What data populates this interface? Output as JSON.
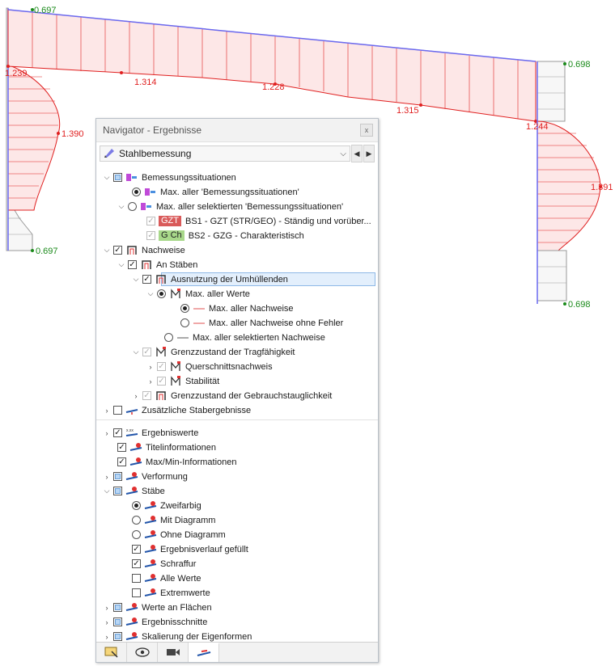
{
  "diagram": {
    "labels": [
      {
        "id": "top-left",
        "text": "0.697",
        "kind": "green"
      },
      {
        "id": "left-beam-start",
        "text": "1.239",
        "kind": "red"
      },
      {
        "id": "beam-1",
        "text": "1.314",
        "kind": "red"
      },
      {
        "id": "beam-2",
        "text": "1.228",
        "kind": "red"
      },
      {
        "id": "beam-3",
        "text": "1.315",
        "kind": "red"
      },
      {
        "id": "beam-end",
        "text": "1.244",
        "kind": "red"
      },
      {
        "id": "left-column-max",
        "text": "1.390",
        "kind": "red"
      },
      {
        "id": "left-column-bottom",
        "text": "0.697",
        "kind": "green"
      },
      {
        "id": "right-column-top",
        "text": "0.698",
        "kind": "green"
      },
      {
        "id": "right-column-max",
        "text": "1.391",
        "kind": "red"
      },
      {
        "id": "right-column-bottom",
        "text": "0.698",
        "kind": "green"
      }
    ],
    "colors": {
      "red": "#e02020",
      "green": "#1a8a1a",
      "member": "#6a6af0",
      "fill": "#fbe6e6"
    }
  },
  "navigator": {
    "title": "Navigator - Ergebnisse",
    "close_glyph": "x",
    "module": "Stahlbemessung",
    "rows": [
      {
        "label": "Bemessungssituationen"
      },
      {
        "label": "Max. aller 'Bemessungssituationen'"
      },
      {
        "label": "Max. aller selektierten 'Bemessungssituationen'"
      },
      {
        "tag": "GZT",
        "label": "BS1 - GZT (STR/GEO) - Ständig und vorüber..."
      },
      {
        "tag": "G Ch",
        "label": "BS2 - GZG - Charakteristisch"
      },
      {
        "label": "Nachweise"
      },
      {
        "label": "An Stäben"
      },
      {
        "label": "Ausnutzung der Umhüllenden"
      },
      {
        "label": "Max. aller Werte"
      },
      {
        "label": "Max. aller Nachweise"
      },
      {
        "label": "Max. aller Nachweise ohne Fehler"
      },
      {
        "label": "Max. aller selektierten Nachweise"
      },
      {
        "label": "Grenzzustand der Tragfähigkeit"
      },
      {
        "label": "Querschnittsnachweis"
      },
      {
        "label": "Stabilität"
      },
      {
        "label": "Grenzzustand der Gebrauchstauglichkeit"
      },
      {
        "label": "Zusätzliche Stabergebnisse"
      },
      {
        "label": "Ergebniswerte"
      },
      {
        "label": "Titelinformationen"
      },
      {
        "label": "Max/Min-Informationen"
      },
      {
        "label": "Verformung"
      },
      {
        "label": "Stäbe"
      },
      {
        "label": "Zweifarbig"
      },
      {
        "label": "Mit Diagramm"
      },
      {
        "label": "Ohne Diagramm"
      },
      {
        "label": "Ergebnisverlauf gefüllt"
      },
      {
        "label": "Schraffur"
      },
      {
        "label": "Alle Werte"
      },
      {
        "label": "Extremwerte"
      },
      {
        "label": "Werte an Flächen"
      },
      {
        "label": "Ergebnisschnitte"
      },
      {
        "label": "Skalierung der Eigenformen"
      }
    ],
    "icon_tag": "x.xx"
  }
}
